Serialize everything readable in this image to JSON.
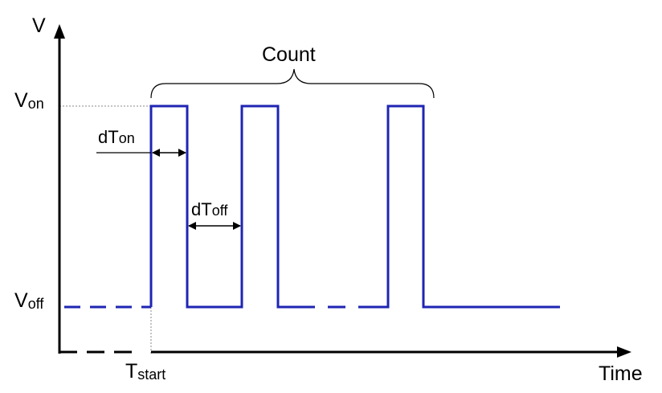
{
  "colors": {
    "waveform": "#1f25b3",
    "axis": "#000000",
    "guide": "#8a8a8a",
    "background": "#ffffff"
  },
  "labels": {
    "y_axis": "V",
    "x_axis": "Time",
    "v_on_main": "V",
    "v_on_sub": "on",
    "v_off_main": "V",
    "v_off_sub": "off",
    "t_start_main": "T",
    "t_start_sub": "start",
    "dt_on_main": "dT",
    "dt_on_sub": "on",
    "dt_off_main": "dT",
    "dt_off_sub": "off",
    "count": "Count"
  }
}
